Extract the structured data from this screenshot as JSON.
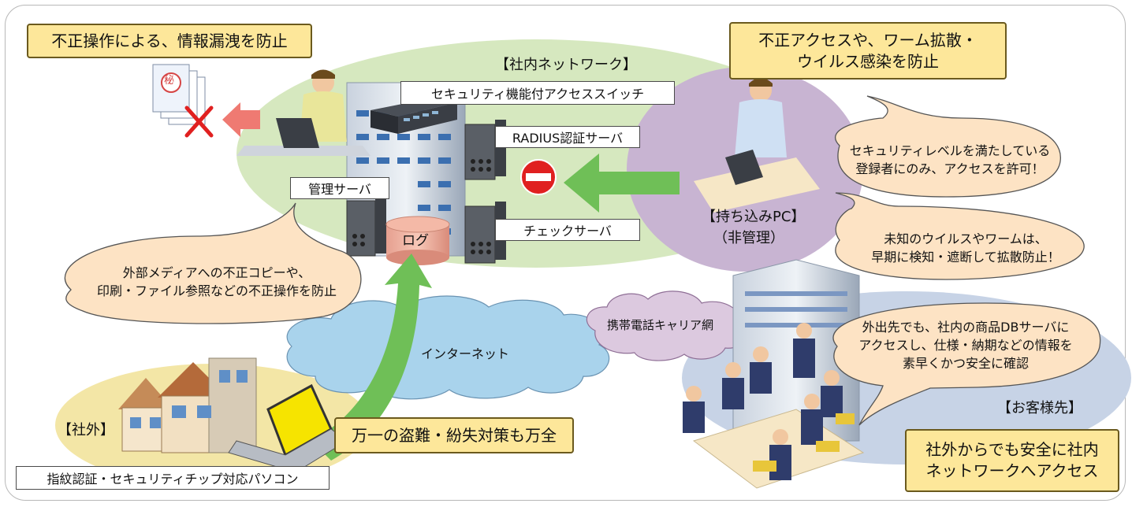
{
  "callouts": {
    "internal_leak": "不正操作による、情報漏洩を防止",
    "unauth_access_line1": "不正アクセスや、ワーム拡散・",
    "unauth_access_line2": "ウイルス感染を防止",
    "theft": "万一の盗難・紛失対策も万全",
    "safe_access_line1": "社外からでも安全に社内",
    "safe_access_line2": "ネットワークへアクセス"
  },
  "zones": {
    "internal_network": "【社内ネットワーク】",
    "brought_in_pc_line1": "【持ち込みPC】",
    "brought_in_pc_line2": "（非管理）",
    "outside": "【社外】",
    "customer_site": "【お客様先】"
  },
  "devices": {
    "security_switch": "セキュリティ機能付アクセススイッチ",
    "radius_server": "RADIUS認証サーバ",
    "management_server": "管理サーバ",
    "check_server": "チェックサーバ",
    "log": "ログ",
    "fingerprint_pc": "指紋認証・セキュリティチップ対応パソコン",
    "secret_stamp": "秘"
  },
  "networks": {
    "internet": "インターネット",
    "mobile_carrier": "携帯電話キャリア網"
  },
  "speech": {
    "media_line1": "外部メディアへの不正コピーや、",
    "media_line2": "印刷・ファイル参照などの不正操作を防止",
    "security_level_line1": "セキュリティレベルを満たしている",
    "security_level_line2": "登録者にのみ、アクセスを許可！",
    "virus_line1": "未知のウイルスやワームは、",
    "virus_line2": "早期に検知・遮断して拡散防止！",
    "remote_line1": "外出先でも、社内の商品DBサーバに",
    "remote_line2": "アクセスし、仕様・納期などの情報を",
    "remote_line3": "素早くかつ安全に確認"
  },
  "colors": {
    "callout_fill": "#fde79a",
    "network_zone": "#d6e8bf",
    "byod_zone": "#c8b4d2",
    "outside_zone": "#f3e6a6",
    "customer_zone": "#c7d3e6",
    "speech_fill": "#fde3c4",
    "green_arrow": "#6fbf57",
    "cloud": "#a9d3ec",
    "carrier_cloud": "#dcc9df"
  }
}
